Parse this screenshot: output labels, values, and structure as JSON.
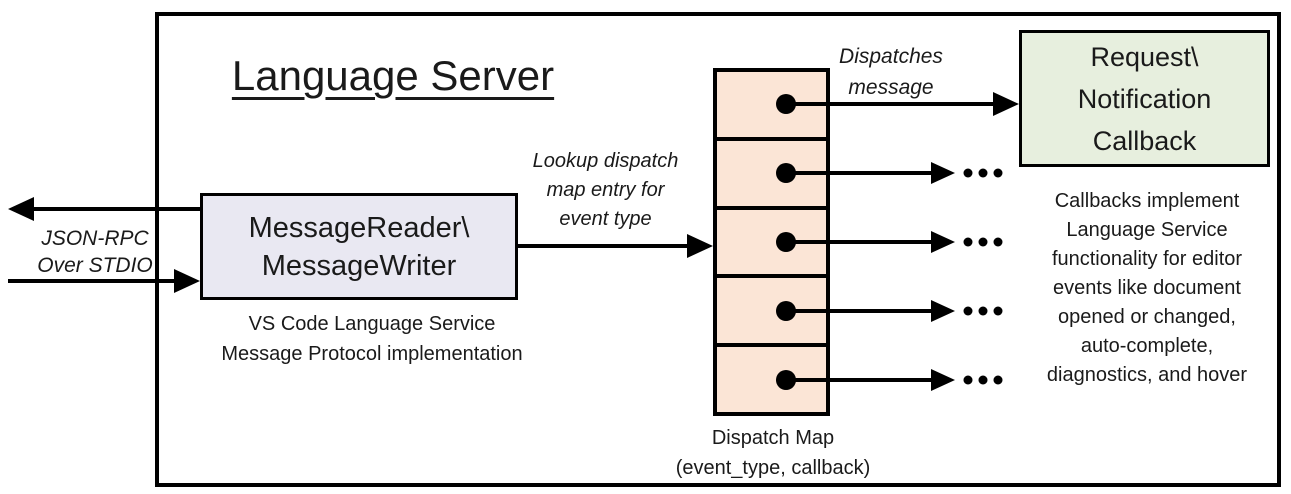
{
  "colors": {
    "reader_fill": "#e9e8f2",
    "map_fill": "#fbe5d6",
    "callback_fill": "#e7efde",
    "line": "#000000"
  },
  "diagram": {
    "title": "Language Server",
    "stdio_label": "JSON-RPC\nOver STDIO",
    "reader_box": "MessageReader\\\nMessageWriter",
    "reader_caption": "VS Code Language Service\nMessage Protocol implementation",
    "lookup_label": "Lookup dispatch\nmap entry for\nevent type",
    "dispatches_label": "Dispatches\nmessage",
    "callback_box": "Request\\\nNotification\nCallback",
    "callback_note": "Callbacks implement\nLanguage Service\nfunctionality for editor\nevents like document\nopened or changed,\nauto-complete,\ndiagnostics, and hover",
    "map_label": "Dispatch Map\n(event_type, callback)",
    "map_cell_count": 5
  }
}
